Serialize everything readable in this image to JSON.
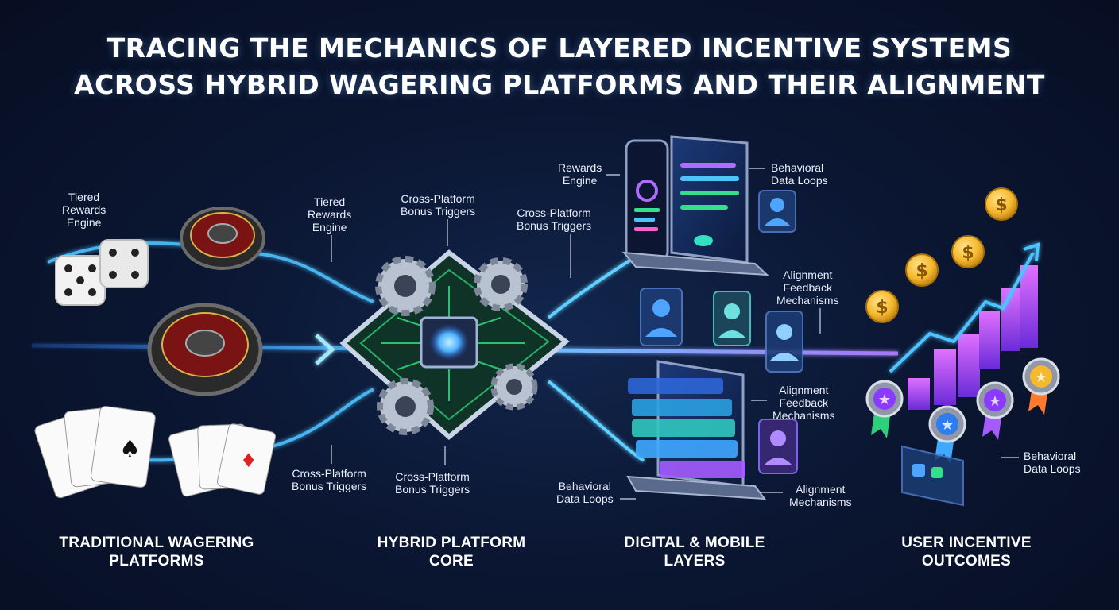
{
  "title": {
    "line1": "TRACING THE MECHANICS OF LAYERED INCENTIVE SYSTEMS",
    "line2": "ACROSS HYBRID WAGERING PLATFORMS AND THEIR ALIGNMENT"
  },
  "labels": {
    "tiered_rewards_left": {
      "line1": "Tiered",
      "line2": "Rewards",
      "line3": "Engine"
    },
    "tiered_rewards_mid": {
      "line1": "Tiered",
      "line2": "Rewards",
      "line3": "Engine"
    },
    "cross_platform_top_center": {
      "line1": "Cross-Platform",
      "line2": "Bonus Triggers"
    },
    "cross_platform_top_right": {
      "line1": "Cross-Platform",
      "line2": "Bonus Triggers"
    },
    "cross_platform_bottom_left": {
      "line1": "Cross-Platform",
      "line2": "Bonus Triggers"
    },
    "cross_platform_bottom_center": {
      "line1": "Cross-Platform",
      "line2": "Bonus Triggers"
    },
    "rewards_engine_top": {
      "line1": "Rewards",
      "line2": "Engine"
    },
    "behavioral_top": {
      "line1": "Behavioral",
      "line2": "Data Loops"
    },
    "alignment_feedback_upper": {
      "line1": "Alignment",
      "line2": "Feedback",
      "line3": "Mechanisms"
    },
    "alignment_feedback_lower": {
      "line1": "Alignment",
      "line2": "Feedback",
      "line3": "Mechanisms"
    },
    "behavioral_bottom": {
      "line1": "Behavioral",
      "line2": "Data Loops"
    },
    "alignment_mechanisms": {
      "line1": "Alignment",
      "line2": "Mechanisms"
    },
    "behavioral_right": {
      "line1": "Behavioral",
      "line2": "Data Loops"
    }
  },
  "sections": {
    "traditional": {
      "line1": "TRADITIONAL WAGERING",
      "line2": "PLATFORMS"
    },
    "hybrid": {
      "line1": "HYBRID PLATFORM",
      "line2": "CORE"
    },
    "digital": {
      "line1": "DIGITAL & MOBILE",
      "line2": "LAYERS"
    },
    "outcomes": {
      "line1": "USER INCENTIVE",
      "line2": "OUTCOMES"
    }
  },
  "icons": {
    "dice": "dice-icon",
    "roulette": "roulette-wheel-icon",
    "cards": "playing-cards-icon",
    "chip": "processor-chip-icon",
    "gear": "gear-icon",
    "phone": "smartphone-icon",
    "tablet": "tablet-icon",
    "user": "user-profile-icon",
    "coin": "dollar-coin-icon",
    "medal": "star-medal-icon",
    "growth": "growth-arrow-icon"
  },
  "colors": {
    "background": "#0b1733",
    "flow_blue": "#4fc3ff",
    "circuit_green": "#2fd07a",
    "accent_purple": "#9b4dff",
    "coin_gold": "#f5b82e"
  }
}
